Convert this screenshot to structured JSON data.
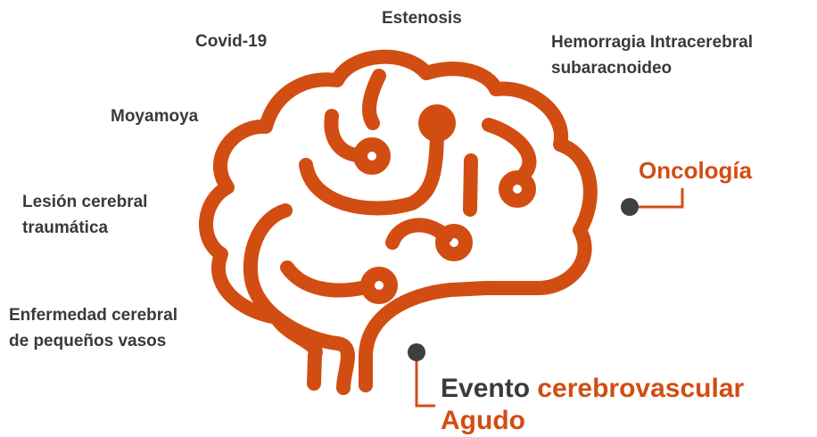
{
  "labels": {
    "estenosis": "Estenosis",
    "covid": "Covid-19",
    "hemorragia_line1": "Hemorragia Intracerebral",
    "hemorragia_line2": "subaracnoideo",
    "moyamoya": "Moyamoya",
    "lesion_line1": "Lesión cerebral",
    "lesion_line2": "traumática",
    "enfermedad_line1": "Enfermedad cerebral",
    "enfermedad_line2": "de pequeños vasos",
    "oncologia": "Oncología",
    "evento_word": "Evento",
    "evento_accent": "cerebrovascular",
    "evento_line2": "Agudo"
  },
  "colors": {
    "accent": "#d24d12",
    "text": "#3a3a3a",
    "dot": "#3f3f3f"
  },
  "icon": "brain-icon"
}
